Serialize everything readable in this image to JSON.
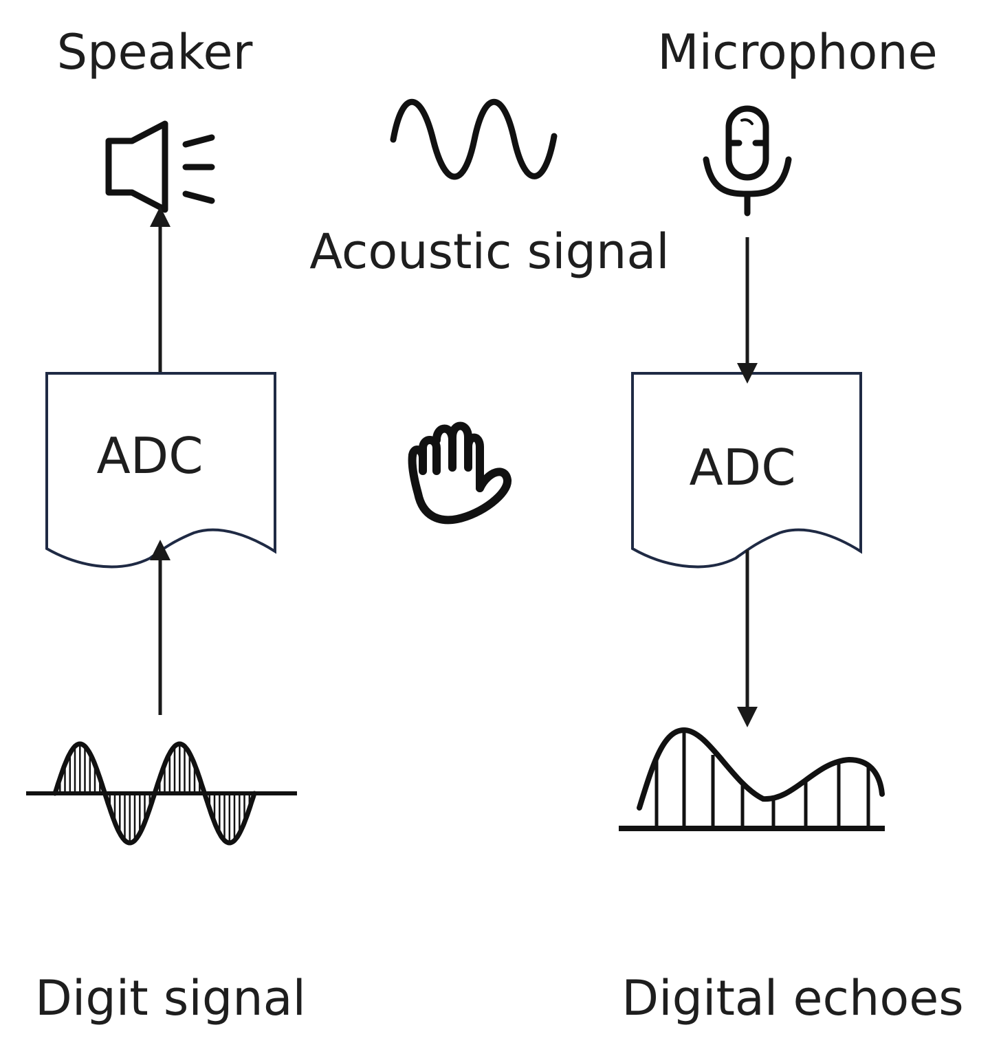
{
  "labels": {
    "speaker": "Speaker",
    "microphone": "Microphone",
    "acoustic_signal": "Acoustic signal",
    "adc_left": "ADC",
    "adc_right": "ADC",
    "digit_signal": "Digit signal",
    "digital_echoes": "Digital echoes"
  },
  "icons": {
    "speaker": "speaker-icon",
    "microphone": "microphone-icon",
    "sound_wave": "sine-wave-icon",
    "hand": "hand-icon",
    "sampled_sine": "sampled-sine-wave-icon",
    "sampled_echo": "sampled-echo-icon"
  },
  "colors": {
    "stroke": "#111111",
    "box_border": "#1f2a44",
    "text": "#1e1e1e"
  }
}
